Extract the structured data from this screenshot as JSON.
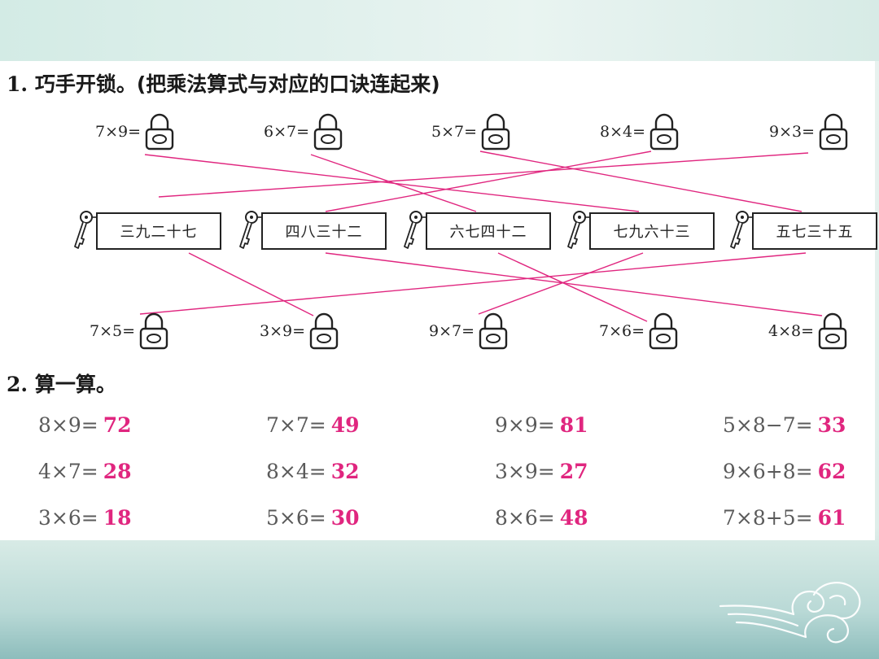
{
  "exercise1": {
    "title_num": "1.",
    "title": "巧手开锁。(把乘法算式与对应的口诀连起来)",
    "top_locks": [
      "7×9=",
      "6×7=",
      "5×7=",
      "8×4=",
      "9×3="
    ],
    "keys": [
      "三九二十七",
      "四八三十二",
      "六七四十二",
      "七九六十三",
      "五七三十五"
    ],
    "bottom_locks": [
      "7×5=",
      "3×9=",
      "9×7=",
      "7×6=",
      "4×8="
    ]
  },
  "exercise2": {
    "title_num": "2.",
    "title": "算一算。",
    "rows": [
      [
        {
          "expr": "8×9=",
          "ans": "72"
        },
        {
          "expr": "7×7=",
          "ans": "49"
        },
        {
          "expr": "9×9=",
          "ans": "81"
        },
        {
          "expr": "5×8−7=",
          "ans": "33"
        }
      ],
      [
        {
          "expr": "4×7=",
          "ans": "28"
        },
        {
          "expr": "8×4=",
          "ans": "32"
        },
        {
          "expr": "3×9=",
          "ans": "27"
        },
        {
          "expr": "9×6+8=",
          "ans": "62"
        }
      ],
      [
        {
          "expr": "3×6=",
          "ans": "18"
        },
        {
          "expr": "5×6=",
          "ans": "30"
        },
        {
          "expr": "8×6=",
          "ans": "48"
        },
        {
          "expr": "7×8+5=",
          "ans": "61"
        }
      ]
    ]
  },
  "colors": {
    "line": "#e0267f",
    "answer": "#e0267f"
  }
}
